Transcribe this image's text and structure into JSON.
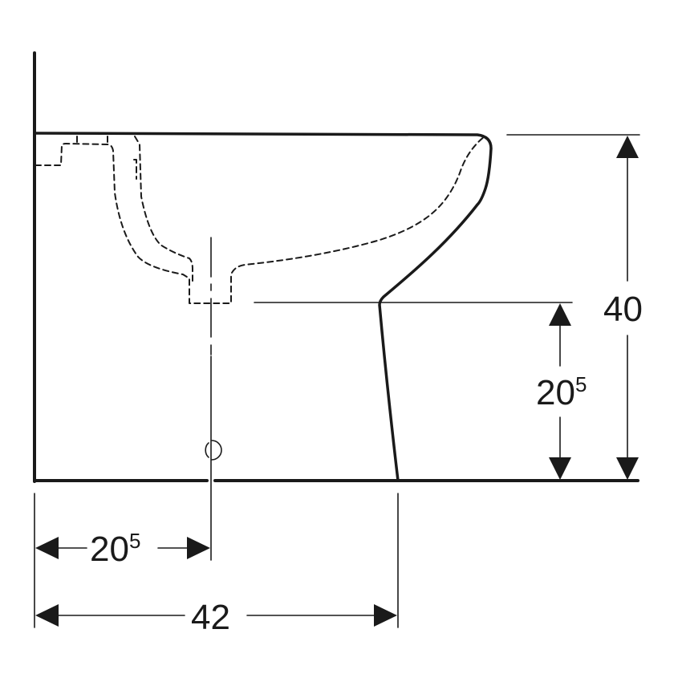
{
  "diagram": {
    "subject": "Floor-standing toilet, side view, technical drawing",
    "colors": {
      "line": "#1a1a1a",
      "background": "#ffffff"
    },
    "dimensions": {
      "total_height": {
        "main": "40",
        "sup": ""
      },
      "outlet_height": {
        "main": "20",
        "sup": "5"
      },
      "outlet_distance_from_wall": {
        "main": "20",
        "sup": "5"
      },
      "total_depth": {
        "main": "42",
        "sup": ""
      }
    }
  }
}
